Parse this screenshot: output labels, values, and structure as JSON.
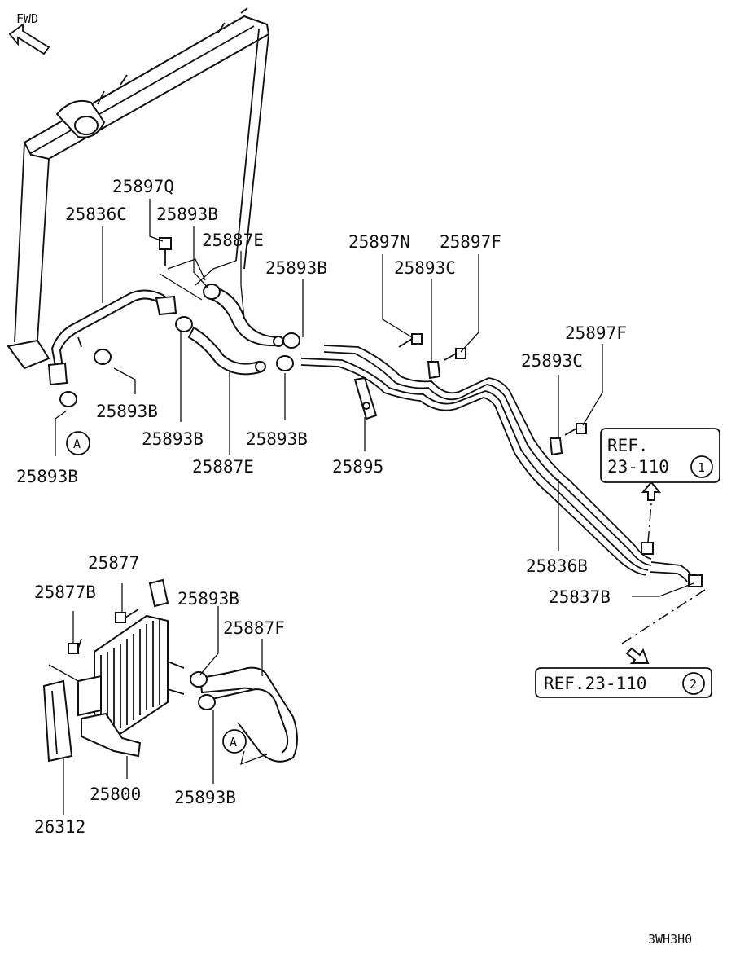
{
  "header": {
    "fwd_label": "FWD"
  },
  "labels": {
    "p25897q": "25897Q",
    "p25836c": "25836C",
    "p25893b_top": "25893B",
    "p25887e_top": "25887E",
    "p25893b_mid": "25893B",
    "p25897n": "25897N",
    "p25897f_top": "25897F",
    "p25893c_top": "25893C",
    "p25897f_right": "25897F",
    "p25893c_right": "25893C",
    "p25893b_left_clamp": "25893B",
    "p25893b_lower_a": "25893B",
    "p25893b_lower_b": "25893B",
    "p25893b_far_left": "25893B",
    "p25887e_bottom": "25887E",
    "p25895": "25895",
    "p25836b": "25836B",
    "p25837b": "25837B",
    "p25877": "25877",
    "p25877b": "25877B",
    "p25893b_cooler_top": "25893B",
    "p25887f": "25887F",
    "p25800": "25800",
    "p25893b_cooler_bottom": "25893B",
    "p26312": "26312"
  },
  "callouts": {
    "a_top": "A",
    "a_bottom": "A"
  },
  "references": {
    "ref1_line1": "REF.",
    "ref1_line2": "23-110",
    "ref1_circle": "1",
    "ref2_text": "REF.23-110",
    "ref2_circle": "2"
  },
  "footer": {
    "code": "3WH3H0"
  },
  "icons": [
    "fwd-arrow-icon",
    "up-arrow-icon",
    "down-right-arrow-icon"
  ]
}
